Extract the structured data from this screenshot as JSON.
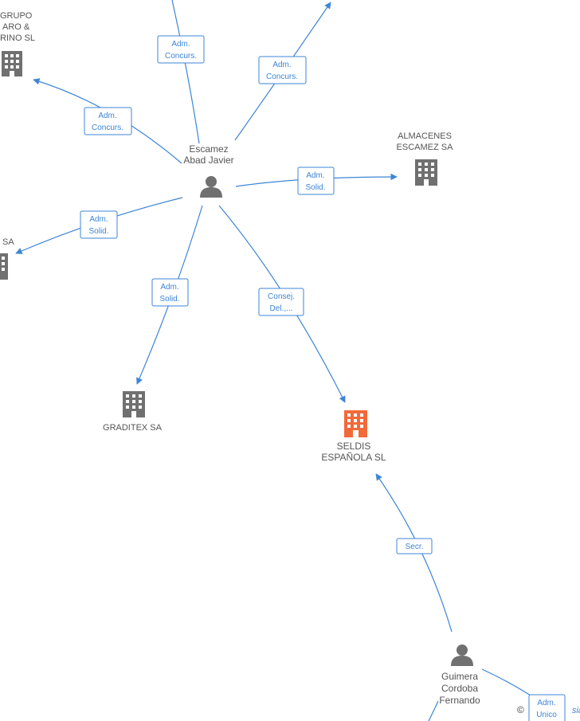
{
  "colors": {
    "edge": "#3d85d6",
    "node": "#707070",
    "focus": "#f26a3a",
    "label": "#555555"
  },
  "nodes": {
    "grupo": [
      "GRUPO",
      "ARO &",
      "RINO SL"
    ],
    "escamez_person": [
      "Escamez",
      "Abad Javier"
    ],
    "almacenes": [
      "ALMACENES",
      "ESCAMEZ SA"
    ],
    "sa_left": [
      "SA"
    ],
    "graditex": [
      "GRADITEX SA"
    ],
    "seldis": [
      "SELDIS",
      "ESPAÑOLA SL"
    ],
    "guimera_person": [
      "Guimera",
      "Cordoba",
      "Fernando"
    ]
  },
  "edges": [
    {
      "label": [
        "Adm.",
        "Concurs."
      ]
    },
    {
      "label": [
        "Adm.",
        "Concurs."
      ]
    },
    {
      "label": [
        "Adm.",
        "Concurs."
      ]
    },
    {
      "label": [
        "Adm.",
        "Solid."
      ]
    },
    {
      "label": [
        "Adm.",
        "Solid."
      ]
    },
    {
      "label": [
        "Adm.",
        "Solid."
      ]
    },
    {
      "label": [
        "Consej.",
        "Del.,..."
      ]
    },
    {
      "label": [
        "Secr."
      ]
    },
    {
      "label": [
        "Adm.",
        "Unico"
      ]
    }
  ],
  "icons": {
    "building": "building-icon",
    "focus_building": "building-icon",
    "person": "person-icon"
  },
  "footer": {
    "copyright_symbol": "©",
    "brand_fragment": "sia"
  }
}
